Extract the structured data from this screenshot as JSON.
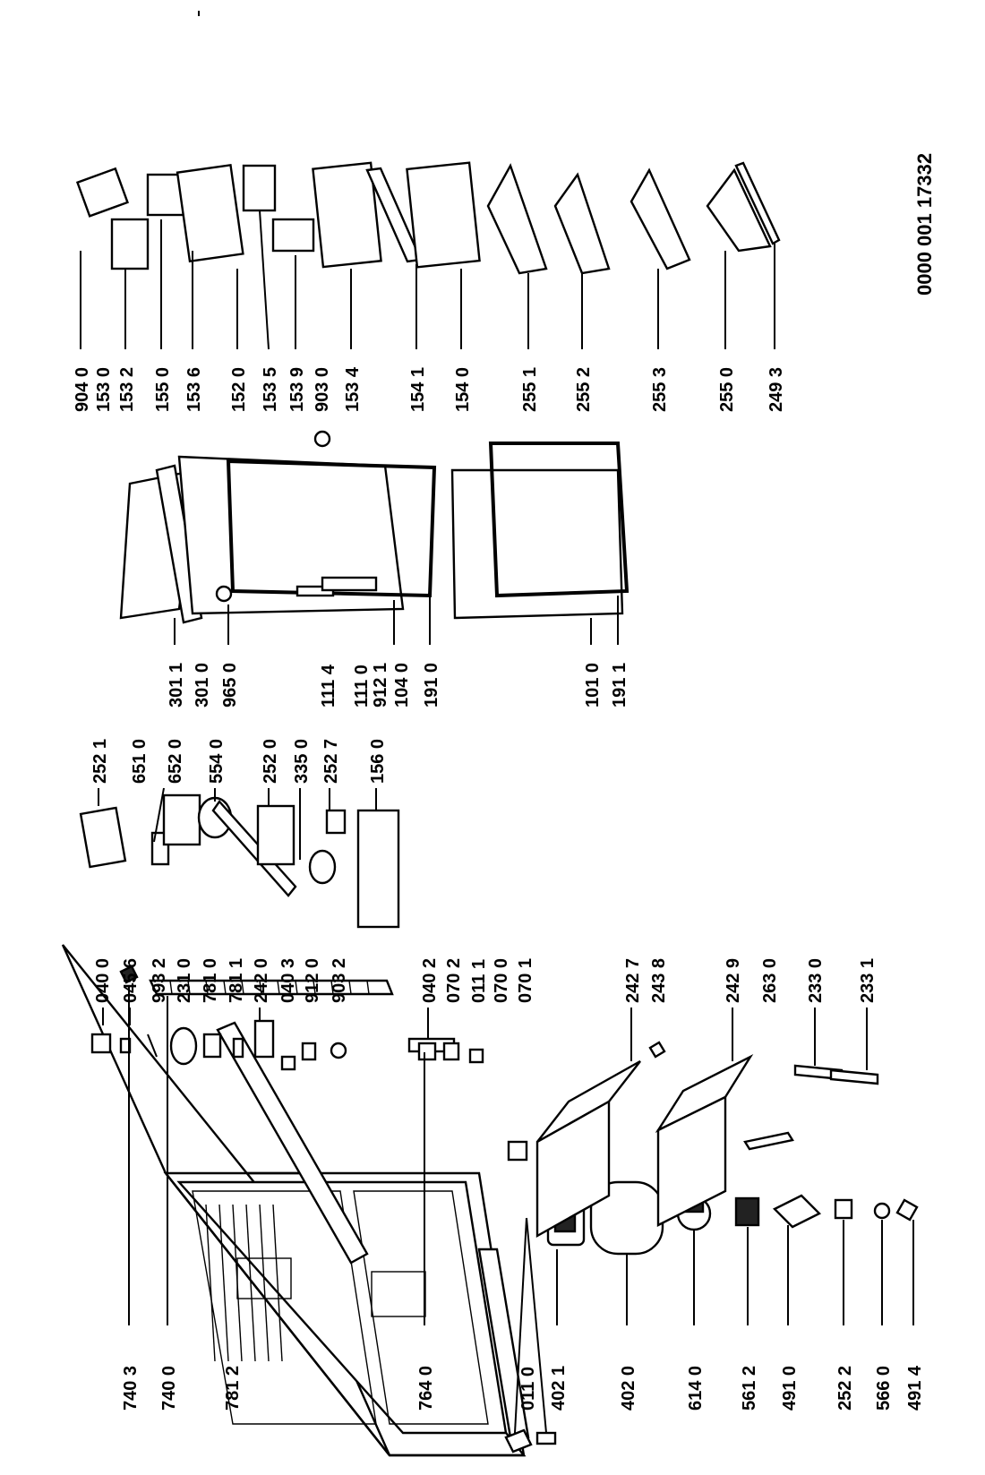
{
  "diagram": {
    "document_code": "0000 001 17332",
    "labels": {
      "l7403": "740 3",
      "l7400": "740 0",
      "l7812": "781 2",
      "l7640": "764 0",
      "l0110": "011 0",
      "l4021": "402 1",
      "l4020": "402 0",
      "l6140": "614 0",
      "l5612": "561 2",
      "l4910": "491 0",
      "l2522": "252 2",
      "l5660": "566 0",
      "l4914": "491 4",
      "l0400": "040 0",
      "l0456": "045 6",
      "l9932": "993 2",
      "l2310": "231 0",
      "l7810": "781 0",
      "l7811": "781 1",
      "l2420": "242 0",
      "l0403": "040 3",
      "l9120": "912 0",
      "l9032": "903 2",
      "l0402": "040 2",
      "l0702": "070 2",
      "l0111": "011 1",
      "l0700": "070 0",
      "l0701": "070 1",
      "l2427": "242 7",
      "l2438": "243 8",
      "l2429": "242 9",
      "l2630": "263 0",
      "l2330": "233 0",
      "l2331": "233 1",
      "l2521": "252 1",
      "l6510": "651 0",
      "l6520": "652 0",
      "l5540": "554 0",
      "l2520": "252 0",
      "l3350": "335 0",
      "l2527": "252 7",
      "l1560": "156 0",
      "l3011": "301 1",
      "l3010": "301 0",
      "l9650": "965 0",
      "l1114": "111 4",
      "l1110": "111 0",
      "l9121": "912 1",
      "l1040": "104 0",
      "l1910": "191 0",
      "l1010": "101 0",
      "l1911": "191 1",
      "l9040": "904 0",
      "l1530": "153 0",
      "l1532": "153 2",
      "l1550": "155 0",
      "l1536": "153 6",
      "l1520": "152 0",
      "l1535": "153 5",
      "l1539": "153 9",
      "l9030": "903 0",
      "l1534": "153 4",
      "l1541": "154 1",
      "l1540": "154 0",
      "l2551": "255 1",
      "l2552": "255 2",
      "l2553": "255 3",
      "l2550": "255 0",
      "l2493": "249 3"
    }
  }
}
